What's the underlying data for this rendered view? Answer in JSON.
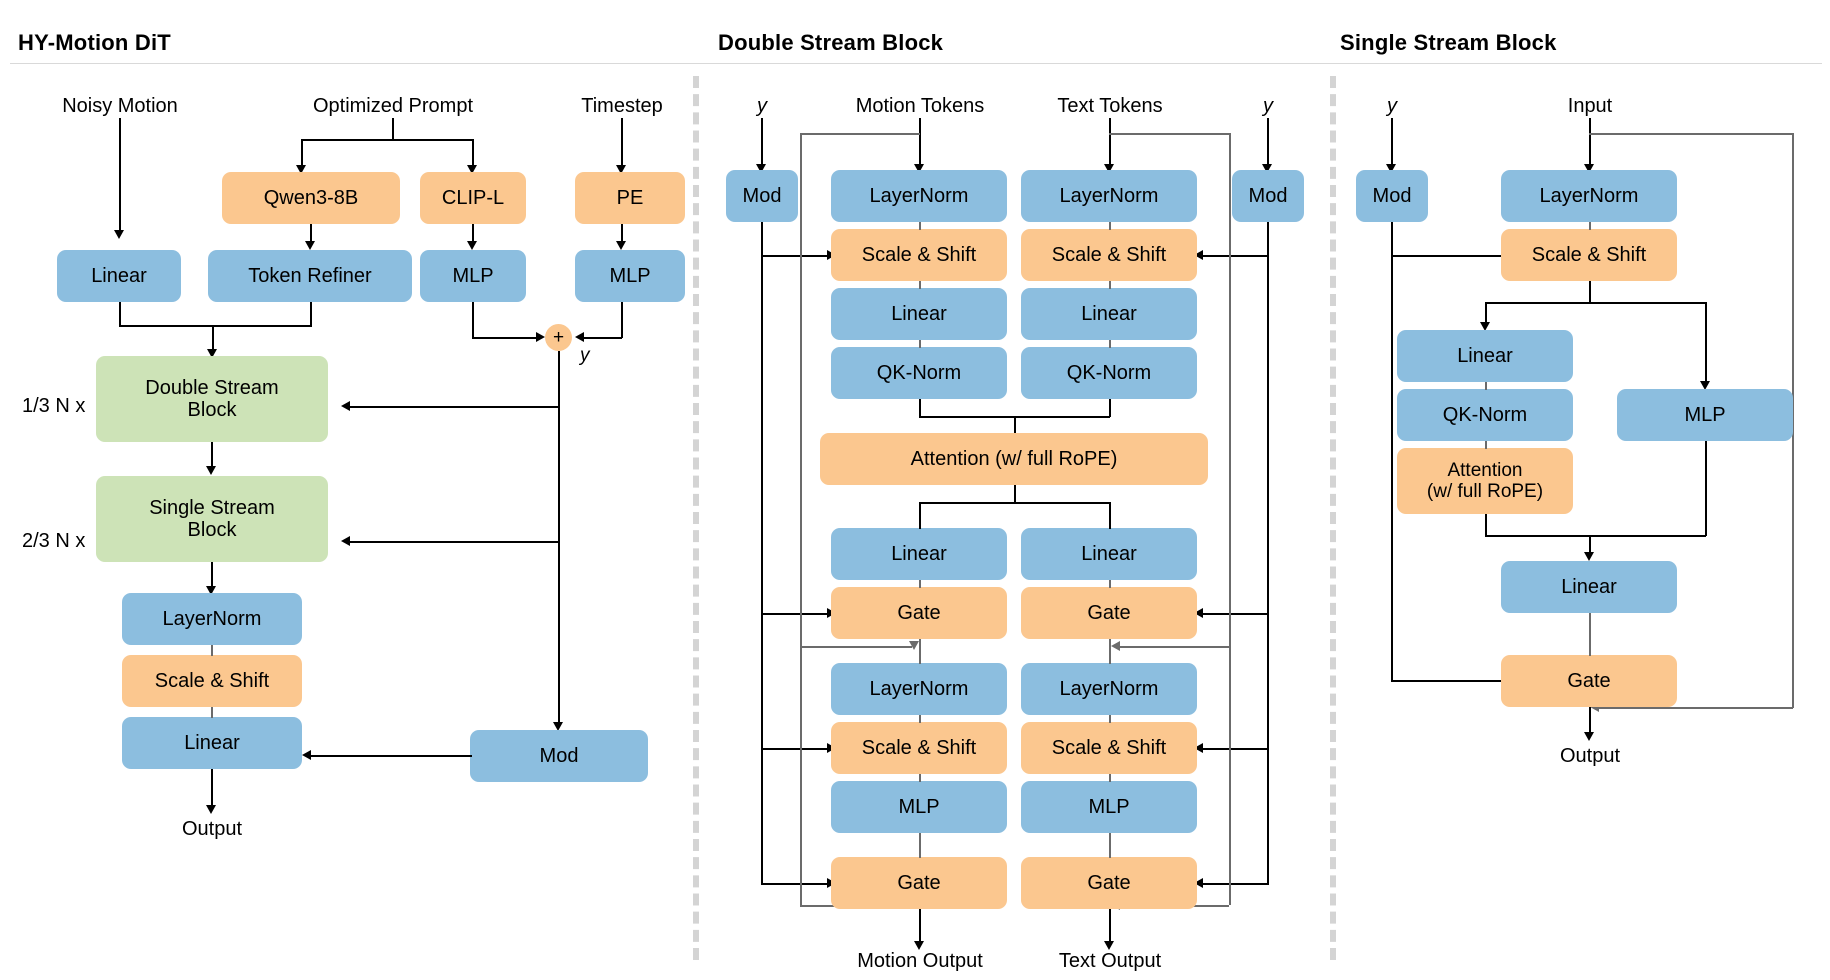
{
  "panels": {
    "dit": {
      "title": "HY-Motion DiT"
    },
    "double": {
      "title": "Double Stream Block"
    },
    "single": {
      "title": "Single Stream Block"
    }
  },
  "dit": {
    "inputs": {
      "noisy_motion": "Noisy Motion",
      "optimized_prompt": "Optimized Prompt",
      "timestep": "Timestep"
    },
    "boxes": {
      "qwen": "Qwen3-8B",
      "clip": "CLIP-L",
      "pe": "PE",
      "linear_in": "Linear",
      "token_refiner": "Token Refiner",
      "mlp_clip": "MLP",
      "mlp_pe": "MLP",
      "double_stream": "Double Stream\nBlock",
      "single_stream": "Single Stream\nBlock",
      "layernorm": "LayerNorm",
      "scale_shift": "Scale & Shift",
      "linear_out": "Linear",
      "mod": "Mod"
    },
    "multipliers": {
      "double": "1/3 N x",
      "single": "2/3 N x"
    },
    "plus_symbol": "+",
    "y_label": "y",
    "output": "Output"
  },
  "double": {
    "inputs": {
      "y_left": "y",
      "motion_tokens": "Motion Tokens",
      "text_tokens": "Text Tokens",
      "y_right": "y"
    },
    "mod_left": "Mod",
    "mod_right": "Mod",
    "motion_column": [
      "LayerNorm",
      "Scale & Shift",
      "Linear",
      "QK-Norm",
      "Linear",
      "Gate",
      "LayerNorm",
      "Scale & Shift",
      "MLP",
      "Gate"
    ],
    "text_column": [
      "LayerNorm",
      "Scale & Shift",
      "Linear",
      "QK-Norm",
      "Linear",
      "Gate",
      "LayerNorm",
      "Scale & Shift",
      "MLP",
      "Gate"
    ],
    "attention": "Attention (w/ full RoPE)",
    "outputs": {
      "motion": "Motion Output",
      "text": "Text Output"
    }
  },
  "single": {
    "inputs": {
      "y": "y",
      "input": "Input"
    },
    "mod": "Mod",
    "boxes": {
      "layernorm": "LayerNorm",
      "scale_shift": "Scale & Shift",
      "linear_attn": "Linear",
      "qk_norm": "QK-Norm",
      "attention": "Attention\n(w/ full RoPE)",
      "mlp": "MLP",
      "linear_out": "Linear",
      "gate": "Gate"
    },
    "output": "Output"
  },
  "colors": {
    "blue": "#8cbedf",
    "orange": "#fbc78f",
    "green": "#cde3b7",
    "line": "#000000",
    "residual_line": "#6b6b6b",
    "divider": "#d9d9d9",
    "separator": "#d4d4d4",
    "background": "#ffffff"
  }
}
